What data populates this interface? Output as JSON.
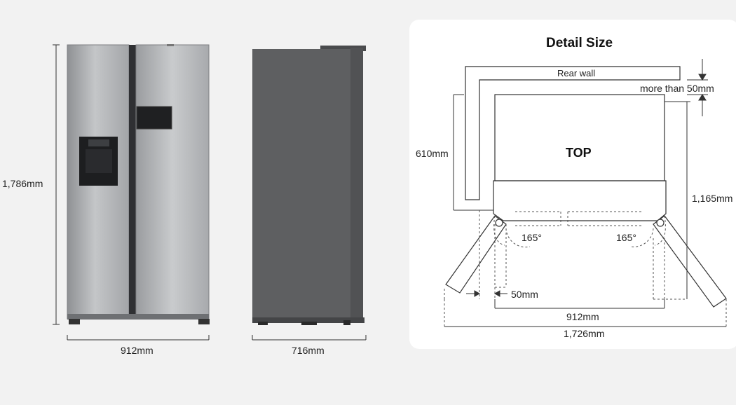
{
  "front_view": {
    "height_label": "1,786mm",
    "width_label": "912mm"
  },
  "side_view": {
    "depth_label": "716mm"
  },
  "detail": {
    "title": "Detail Size",
    "rear_wall_label": "Rear wall",
    "clearance_label": "more than 50mm",
    "top_label": "TOP",
    "depth_label": "610mm",
    "total_depth_label": "1,165mm",
    "angle_left_label": "165°",
    "angle_right_label": "165°",
    "side_gap_label": "50mm",
    "width_label": "912mm",
    "total_width_label": "1,726mm"
  },
  "colors": {
    "background": "#f2f2f2",
    "panel": "#ffffff",
    "fridge_body": "#a6a8aa",
    "side_body": "#5e5f61",
    "line": "#333333"
  }
}
